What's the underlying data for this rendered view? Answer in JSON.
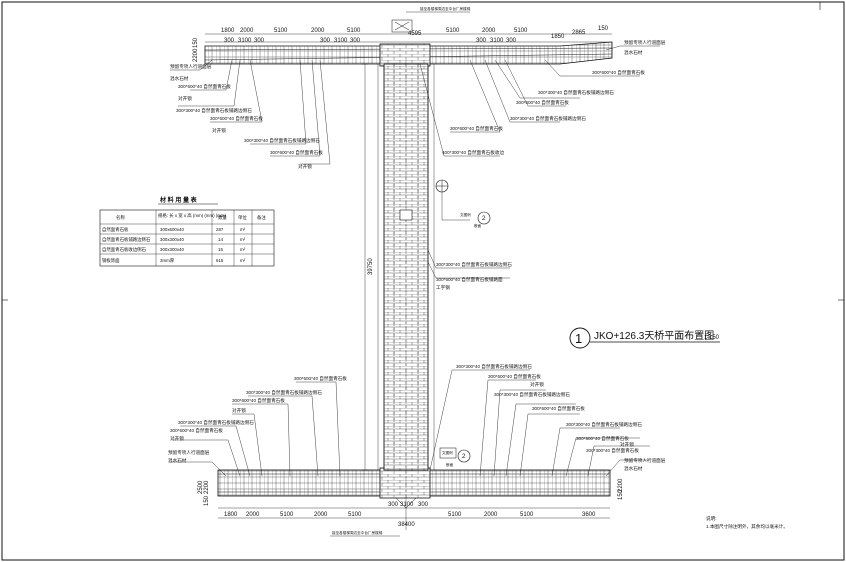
{
  "drawing": {
    "title": "JKO+126.3天桥平面布置图",
    "detail_no": "1",
    "scale": "1:150",
    "total_width": "38400",
    "bridge_length": "39750",
    "top_dims": [
      "1800",
      "2000",
      "5100",
      "2000",
      "5100",
      "5100",
      "2000",
      "5100",
      "1850",
      "2865",
      "150"
    ],
    "top_small_dims": [
      "300",
      "3100",
      "300",
      "300",
      "3100",
      "300",
      "300",
      "3100",
      "300"
    ],
    "top_center_dim": "4595",
    "top_left_vert_dims": [
      "2200",
      "150"
    ],
    "bottom_dims": [
      "1800",
      "2000",
      "5100",
      "2000",
      "5100",
      "5100",
      "2000",
      "5100",
      "3600"
    ],
    "bottom_small_dims": [
      "300",
      "3100",
      "300"
    ],
    "bottom_left_vert_dims": [
      "2200",
      "2500",
      "150"
    ],
    "bottom_right_vert_dims": [
      "2200",
      "150"
    ],
    "section_no": "2",
    "section_caption": "文图例",
    "section_sub": "断面",
    "notes_title": "说明:",
    "notes_text": "1.本图尺寸除注明外，其余均以毫米计。",
    "top_header": "接至各楼梯周边至中台厂房楼梯",
    "bottom_header": "接至各楼梯周边至中台厂房楼梯"
  },
  "callouts_top": [
    "300*600*40 自然面青石板",
    "对开锁",
    "300*300*40 自然面青石板铺路边侧石",
    "300*600*40 自然面青石板",
    "对开锁",
    "300*300*40 自然面青石板铺路边侧石",
    "300*600*40 自然面青石板",
    "对开锁",
    "400*300*40 自然面青石板收边",
    "300*600*40 自然面青石板",
    "300*300*40 自然面青石板铺路边侧石",
    "300*600*40 自然面青石板",
    "300*300*40 自然面青石板铺路边侧石",
    "300*600*40 自然面青石板",
    "预留专项人行道面层",
    "混水石材"
  ],
  "callouts_mid": [
    "300*300*40 自然面青石板铺路边侧石",
    "300*600*40 自然面青石板铺路面",
    "工字钢"
  ],
  "callouts_bottom": [
    "300*600*40 自然面青石板",
    "300*300*40 自然面青石板铺路边侧石",
    "300*600*40 自然面青石板",
    "对开锁",
    "300*300*40 自然面青石板铺路边侧石",
    "300*600*40 自然面青石板",
    "对开锁",
    "预留专项人行道面层",
    "混水石材",
    "300*300*40 自然面青石板铺路边侧石",
    "300*600*40 自然面青石板",
    "对开锁",
    "300*300*40 自然面青石板铺路边侧石",
    "300*600*40 自然面青石板",
    "300*300*40 自然面青石板铺路边侧石",
    "300*600*40 自然面青石板",
    "对开锁",
    "300*300*40 自然面青石板",
    "预留专项人行道面层",
    "混水石材"
  ],
  "table": {
    "title": "材 料 用 量 表",
    "headers": [
      "名称",
      "规格: 长 x 宽 x 高 (mm) (mm) (mm)",
      "数量",
      "单位",
      "备注"
    ],
    "rows": [
      [
        "自然面青石板",
        "300x600x40",
        "287",
        "m²",
        ""
      ],
      [
        "自然面青石板铺路边侧石",
        "300x300x40",
        "14",
        "m²",
        ""
      ],
      [
        "自然面青石板收边侧石",
        "300x300x40",
        "15",
        "m²",
        ""
      ],
      [
        "钢板饰面",
        "3mm厚",
        "615",
        "m²",
        ""
      ]
    ]
  }
}
